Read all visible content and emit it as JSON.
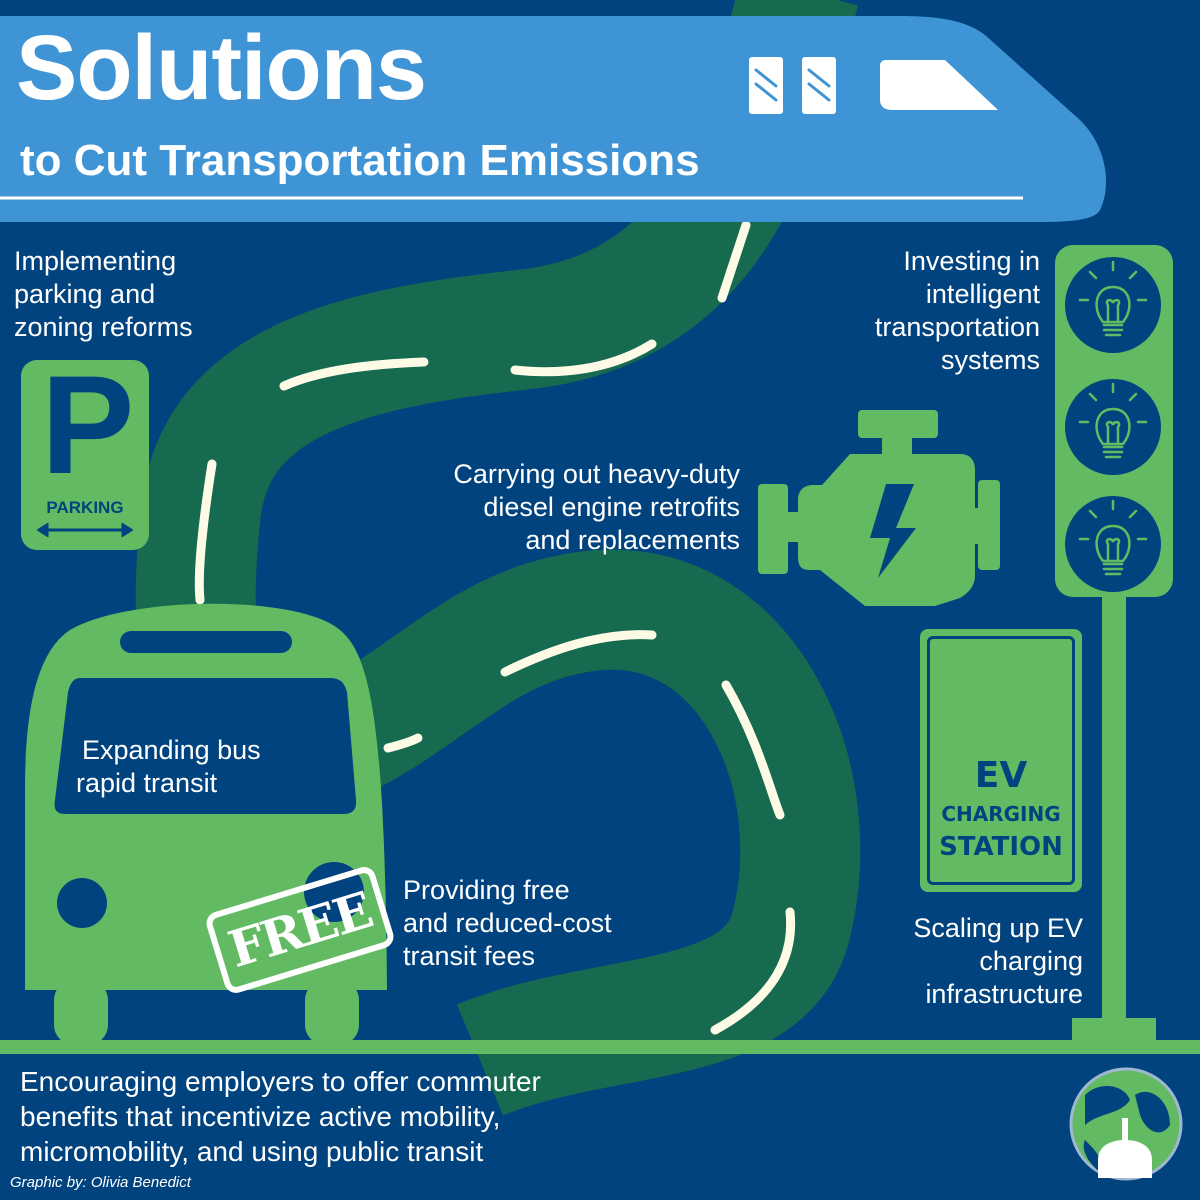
{
  "header": {
    "title": "Solutions",
    "subtitle": "to Cut Transportation Emissions"
  },
  "items": {
    "parking": {
      "line1": "Implementing",
      "line2": "parking and",
      "line3": "zoning reforms"
    },
    "its": {
      "line1": "Investing in",
      "line2": "intelligent",
      "line3": "transportation",
      "line4": "systems"
    },
    "diesel": {
      "line1": "Carrying out heavy-duty",
      "line2": "diesel engine retrofits",
      "line3": "and replacements"
    },
    "bus": {
      "line1": "Expanding bus",
      "line2": "rapid transit"
    },
    "fees": {
      "line1": "Providing free",
      "line2": "and reduced-cost",
      "line3": "transit fees"
    },
    "ev": {
      "line1": "Scaling up EV",
      "line2": "charging",
      "line3": "infrastructure"
    },
    "commuter": {
      "line1": "Encouraging employers to offer commuter",
      "line2": "benefits that incentivize active mobility,",
      "line3": "micromobility, and using public transit"
    }
  },
  "signs": {
    "parking_letter": "P",
    "parking_label": "PARKING",
    "free_stamp": "FREE",
    "ev_big": "EV",
    "ev_line2": "CHARGING",
    "ev_line3": "STATION"
  },
  "icons": [
    "train-icon",
    "road-icon",
    "parking-sign-icon",
    "engine-icon",
    "traffic-light-icon",
    "lightbulb-icon",
    "bus-icon",
    "ev-plug-icon",
    "globe-capitol-logo"
  ],
  "credit": "Graphic by: Olivia Benedict",
  "colors": {
    "background": "#01437e",
    "train": "#3f94d6",
    "road": "#166a4f",
    "green": "#62bb62",
    "dash": "#fdfbe6"
  }
}
